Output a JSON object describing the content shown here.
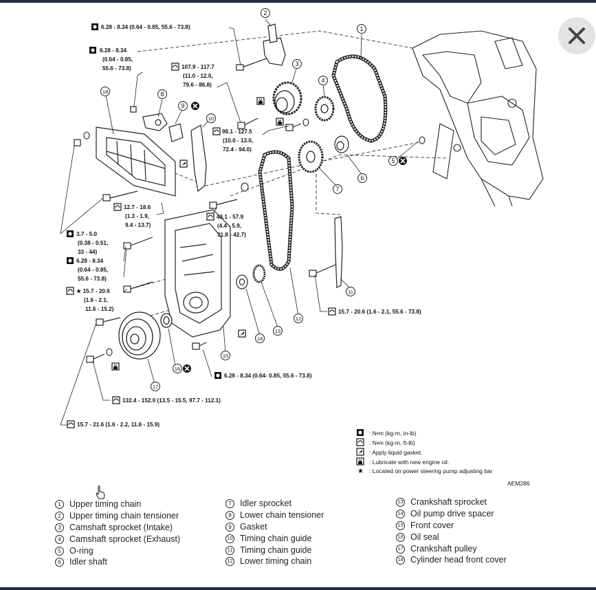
{
  "viewer": {
    "close_icon": "close-x-icon"
  },
  "diagram_code": "AEM286",
  "specs": {
    "s1": "6.28 - 8.34 (0.64 - 0.85, 55.6 - 73.8)",
    "s2a": "6.28 - 8.34",
    "s2b": "(0.64 - 0.85,",
    "s2c": "55.6 - 73.8)",
    "s3a": "107.9 - 117.7",
    "s3b": "(11.0 - 12.0,",
    "s3c": "79.6 - 86.8)",
    "s4a": "98.1 - 127.5",
    "s4b": "(10.0 - 13.0,",
    "s4c": "72.4 - 94.0)",
    "s5a": "12.7 - 18.6",
    "s5b": "(1.3 - 1.9,",
    "s5c": "9.4 - 13.7)",
    "s6a": "43.1 - 57.9",
    "s6b": "(4.4 - 5.9,",
    "s6c": "31.8 - 42.7)",
    "s7a": "3.7 - 5.0",
    "s7b": "(0.38 - 0.51,",
    "s7c": "33 - 44)",
    "s8a": "6.28 - 8.34",
    "s8b": "(0.64 - 0.85,",
    "s8c": "55.6 - 73.8)",
    "s9a": "★ 15.7 - 20.6",
    "s9b": "(1.6 - 2.1,",
    "s9c": "11.6 - 15.2)",
    "s10": "15.7 - 20.6 (1.6 - 2.1, 55.6 - 73.8)",
    "s11": "6.28 - 8.34 (0.64- 0.85, 55.6 - 73.8)",
    "s12": "132.4 - 152.0 (13.5 - 15.5, 97.7 - 112.1)",
    "s13": "15.7 - 21.6 (1.6 - 2.2, 11.6 - 15.9)"
  },
  "legend": [
    ": N•m (kg-m, in-lb)",
    ": N•m (kg-m, ft-lb)",
    ": Apply liquid gasket.",
    ": Lubricate with new engine oil.",
    ": Located on power steering pump adjusting bar"
  ],
  "legend_star": "★",
  "callouts": [
    "1",
    "2",
    "3",
    "4",
    "5",
    "6",
    "7",
    "8",
    "9",
    "10",
    "11",
    "12",
    "13",
    "14",
    "15",
    "16",
    "17",
    "18"
  ],
  "parts": [
    {
      "num": "1",
      "label": "Upper timing chain"
    },
    {
      "num": "2",
      "label": "Upper timing chain tensioner"
    },
    {
      "num": "3",
      "label": "Camshaft sprocket (Intake)"
    },
    {
      "num": "4",
      "label": "Camshaft sprocket (Exhaust)"
    },
    {
      "num": "5",
      "label": "O-ring"
    },
    {
      "num": "6",
      "label": "Idler shaft"
    },
    {
      "num": "7",
      "label": "Idler sprocket"
    },
    {
      "num": "8",
      "label": "Lower chain tensioner"
    },
    {
      "num": "9",
      "label": "Gasket"
    },
    {
      "num": "10",
      "label": "Timing chain guide"
    },
    {
      "num": "11",
      "label": "Timing chain guide"
    },
    {
      "num": "12",
      "label": "Lower timing chain"
    },
    {
      "num": "13",
      "label": "Crankshaft sprocket"
    },
    {
      "num": "14",
      "label": "Oil pump drive spacer"
    },
    {
      "num": "15",
      "label": "Front cover"
    },
    {
      "num": "16",
      "label": "Oil seal"
    },
    {
      "num": "17",
      "label": "Crankshaft pulley"
    },
    {
      "num": "18",
      "label": "Cylinder head front cover"
    }
  ]
}
